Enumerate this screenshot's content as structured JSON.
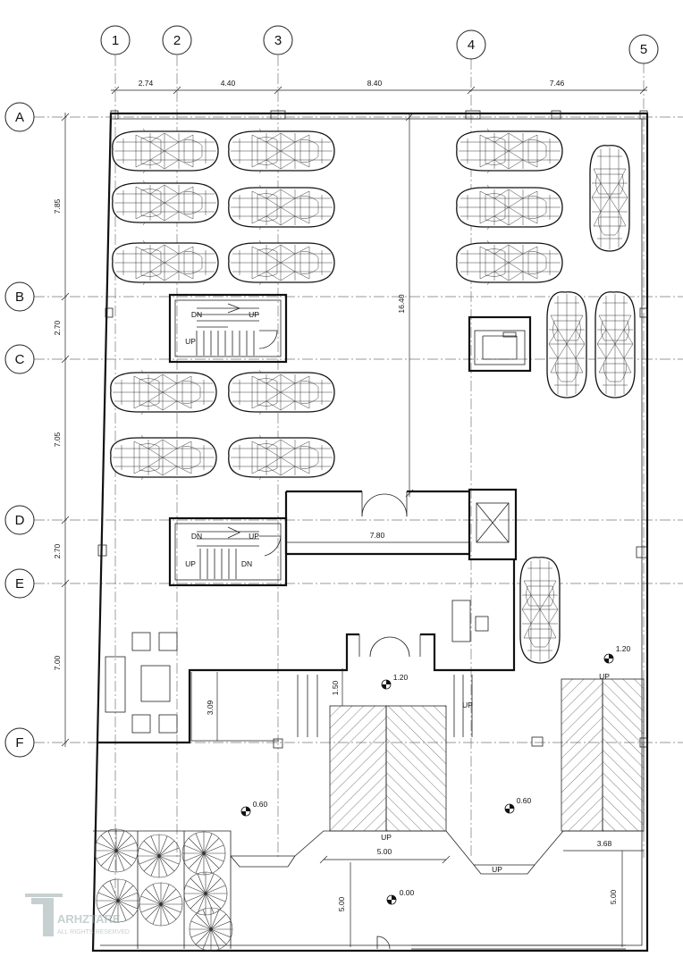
{
  "axes": {
    "columns": [
      "1",
      "2",
      "3",
      "4",
      "5"
    ],
    "rows": [
      "A",
      "B",
      "C",
      "D",
      "E",
      "F"
    ]
  },
  "dimensions": {
    "top": [
      "2.74",
      "4.40",
      "8.40",
      "7.46"
    ],
    "left": [
      "7.85",
      "2.70",
      "7.05",
      "2.70",
      "7.00"
    ],
    "center_vertical": "16.40",
    "lobby_width": "7.80",
    "step_height": "3.09",
    "entry_depth": "1.50",
    "ramp_width": "5.00",
    "right_width": "3.68",
    "entrance_depth_left": "5.00",
    "entrance_depth_right": "5.00"
  },
  "levels": [
    "1.20",
    "1.20",
    "0.60",
    "0.60",
    "0.00"
  ],
  "stair_labels": {
    "dn": "DN",
    "up": "UP"
  },
  "ramp_labels": [
    "UP",
    "UP",
    "UP",
    "UP"
  ],
  "watermark": {
    "brand": "ARHZTARE",
    "sub": "ALL RIGHTS RESERVED"
  }
}
